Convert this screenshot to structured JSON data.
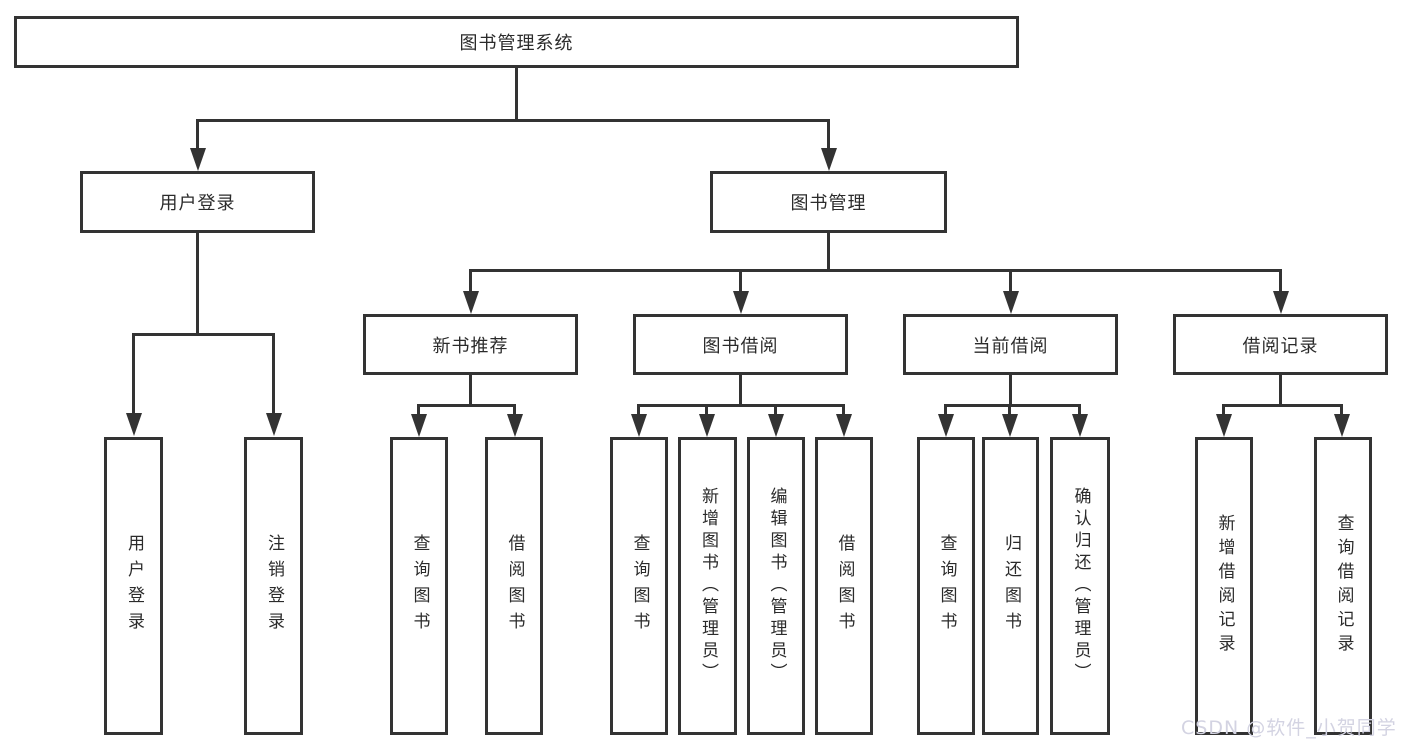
{
  "tree": {
    "label": "图书管理系统",
    "children": [
      {
        "label": "用户登录",
        "children": [
          {
            "label": "用户登录"
          },
          {
            "label": "注销登录"
          }
        ]
      },
      {
        "label": "图书管理",
        "children": [
          {
            "label": "新书推荐",
            "children": [
              {
                "label": "查询图书"
              },
              {
                "label": "借阅图书"
              }
            ]
          },
          {
            "label": "图书借阅",
            "children": [
              {
                "label": "查询图书"
              },
              {
                "label": "新增图书（管理员）"
              },
              {
                "label": "编辑图书（管理员）"
              },
              {
                "label": "借阅图书"
              }
            ]
          },
          {
            "label": "当前借阅",
            "children": [
              {
                "label": "查询图书"
              },
              {
                "label": "归还图书"
              },
              {
                "label": "确认归还（管理员）"
              }
            ]
          },
          {
            "label": "借阅记录",
            "children": [
              {
                "label": "新增借阅记录"
              },
              {
                "label": "查询借阅记录"
              }
            ]
          }
        ]
      }
    ]
  },
  "watermark": {
    "text": "CSDN @软件_小贺同学"
  },
  "colors": {
    "line": "#333333",
    "box_background": "#ffffff",
    "text": "#2b2b2b",
    "watermark_text": "#d3d3e2",
    "page_background": "#ffffff"
  }
}
